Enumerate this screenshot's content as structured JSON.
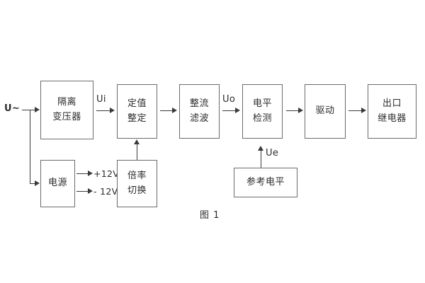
{
  "figure": {
    "caption": "图 1",
    "border_color": "#6b6b6b",
    "line_color": "#3a3a3a",
    "text_color": "#2b2b2b",
    "background": "#ffffff"
  },
  "input": {
    "source_label": "U~"
  },
  "blocks": [
    {
      "id": "isolation-transformer",
      "line1": "隔离",
      "line2": "变压器"
    },
    {
      "id": "power-supply",
      "line1": "电源",
      "line2": ""
    },
    {
      "id": "setting-value",
      "line1": "定值",
      "line2": "整定"
    },
    {
      "id": "multiplier-switch",
      "line1": "倍率",
      "line2": "切换"
    },
    {
      "id": "rectify-filter",
      "line1": "整流",
      "line2": "滤波"
    },
    {
      "id": "level-detection",
      "line1": "电平",
      "line2": "检测"
    },
    {
      "id": "reference-level",
      "line1": "参考电平",
      "line2": ""
    },
    {
      "id": "drive",
      "line1": "驱动",
      "line2": ""
    },
    {
      "id": "output-relay",
      "line1": "出口",
      "line2": "继电器"
    }
  ],
  "signals": {
    "ui": "Ui",
    "uo": "Uo",
    "ue": "Ue",
    "rail_positive": "+12V",
    "rail_negative": "- 12V"
  }
}
